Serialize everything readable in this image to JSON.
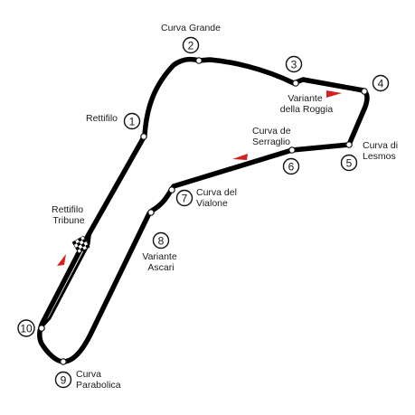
{
  "circuit": {
    "corners": [
      {
        "number": "1",
        "label_lines": [
          "Rettifilo"
        ]
      },
      {
        "number": "2",
        "label_lines": [
          "Curva Grande"
        ]
      },
      {
        "number": "3",
        "label_lines": [
          "Variante",
          "della Roggia"
        ]
      },
      {
        "number": "4",
        "label_lines": []
      },
      {
        "number": "5",
        "label_lines": [
          "Curva di",
          "Lesmos"
        ]
      },
      {
        "number": "6",
        "label_lines": [
          "Curva de",
          "Serraglio"
        ]
      },
      {
        "number": "7",
        "label_lines": [
          "Curva del",
          "Vialone"
        ]
      },
      {
        "number": "8",
        "label_lines": [
          "Variante",
          "Ascari"
        ]
      },
      {
        "number": "9",
        "label_lines": [
          "Curva",
          "Parabolica"
        ]
      },
      {
        "number": "10",
        "label_lines": []
      }
    ],
    "extra_labels": [
      {
        "id": "rettifilo-tribune",
        "label_lines": [
          "Rettifilo",
          "Tribune"
        ]
      }
    ],
    "colors": {
      "track": "#000000",
      "direction_arrow": "#d42020",
      "background": "#ffffff"
    }
  }
}
